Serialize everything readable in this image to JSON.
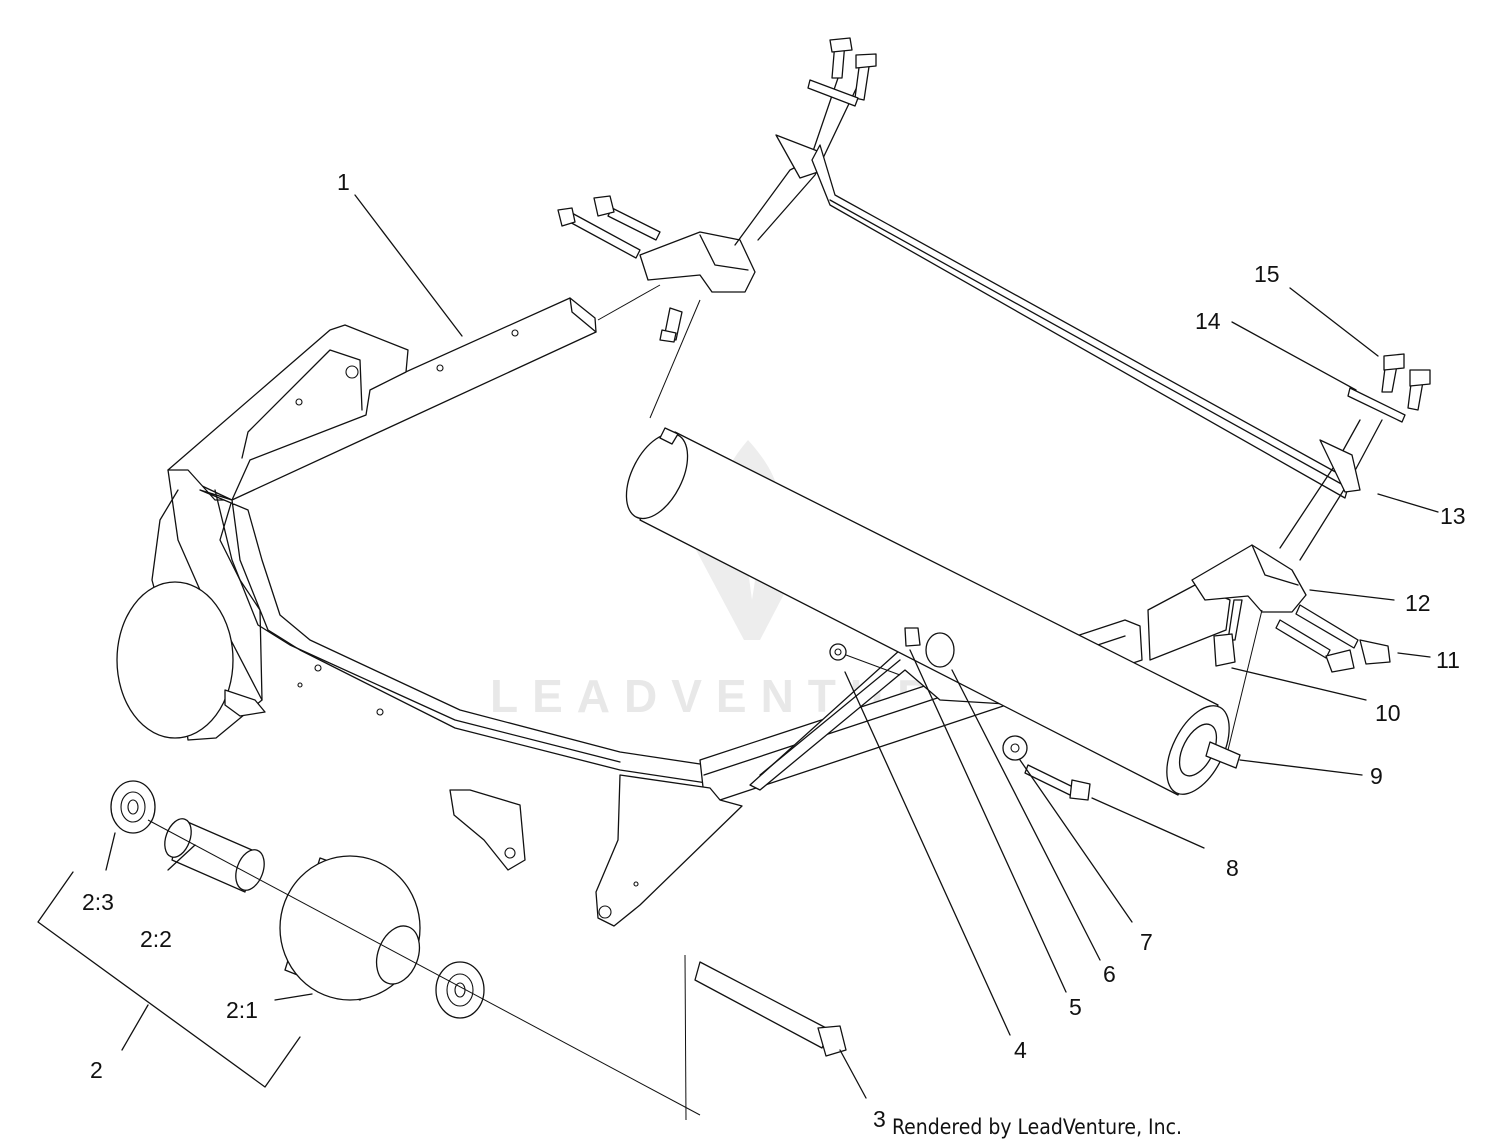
{
  "watermark": {
    "text": "LEADVENTURE"
  },
  "credit": "Rendered by LeadVenture, Inc.",
  "callouts": {
    "c1": "1",
    "c2": "2",
    "c2_1": "2:1",
    "c2_2": "2:2",
    "c2_3": "2:3",
    "c3": "3",
    "c4": "4",
    "c5": "5",
    "c6": "6",
    "c7": "7",
    "c8": "8",
    "c9": "9",
    "c10": "10",
    "c11": "11",
    "c12": "12",
    "c13": "13",
    "c14": "14",
    "c15": "15"
  }
}
